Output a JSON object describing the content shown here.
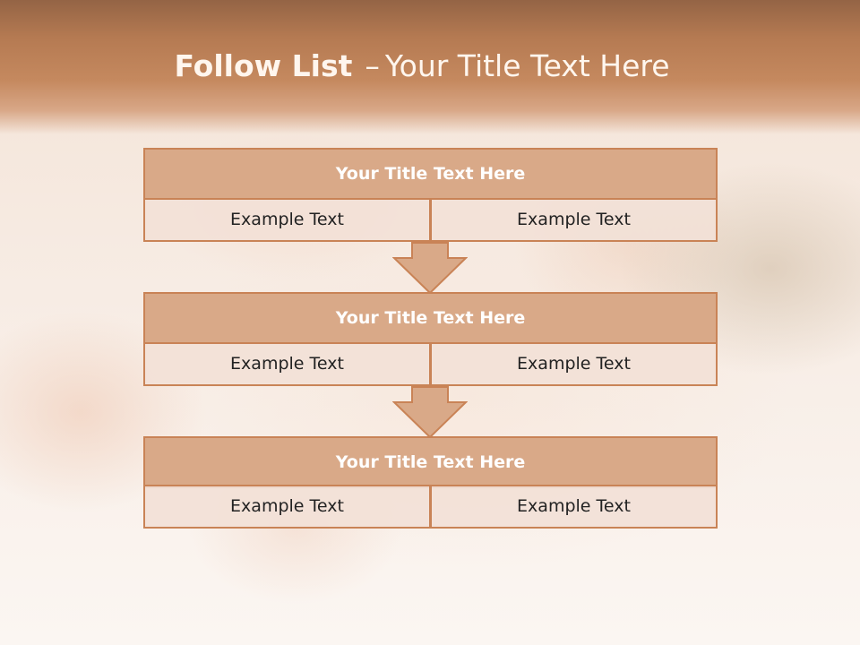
{
  "slide": {
    "title_bold": "Follow List",
    "title_separator": "–",
    "title_rest": "Your Title Text Here"
  },
  "blocks": [
    {
      "title": "Your Title Text Here",
      "left_text": "Example Text",
      "right_text": "Example Text"
    },
    {
      "title": "Your Title Text Here",
      "left_text": "Example Text",
      "right_text": "Example Text"
    },
    {
      "title": "Your Title Text Here",
      "left_text": "Example Text",
      "right_text": "Example Text"
    }
  ],
  "colors": {
    "title_band": "#c5895f",
    "block_title_fill": "#d9a988",
    "block_border": "#c98356",
    "cell_fill": "#f2e1d7",
    "arrow_fill": "#d9a988",
    "title_text": "#fff6ee"
  },
  "icons": [
    "down-arrow-icon",
    "down-arrow-icon"
  ]
}
